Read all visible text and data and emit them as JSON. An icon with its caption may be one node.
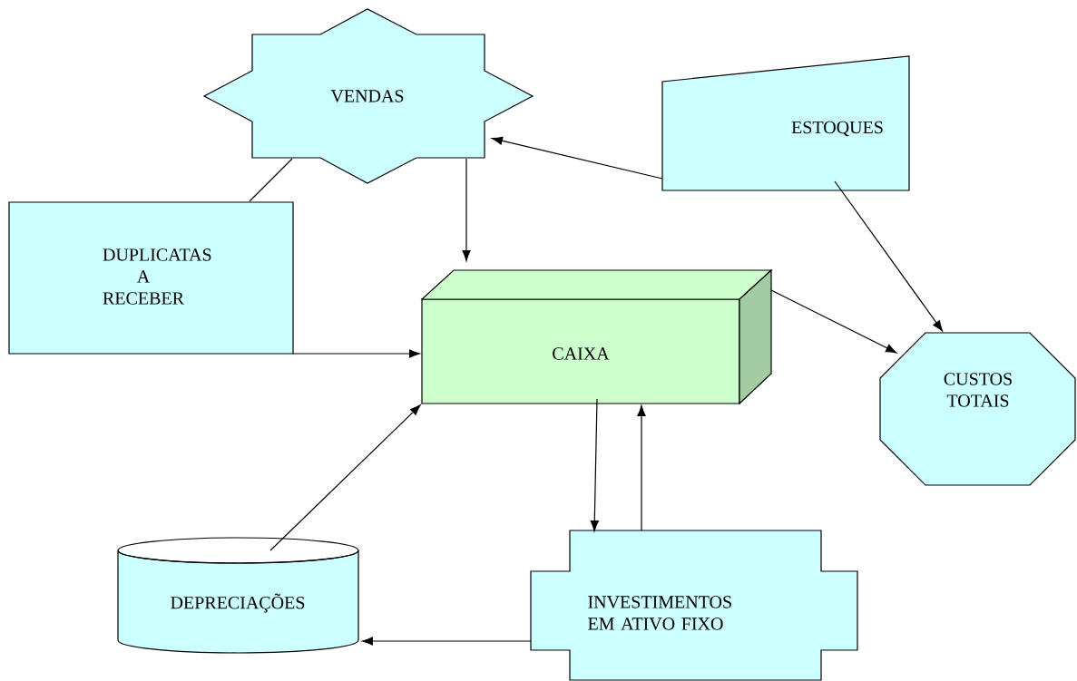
{
  "diagram": {
    "nodes": [
      {
        "text": [
          "VENDAS"
        ]
      },
      {
        "text": [
          "ESTOQUES"
        ]
      },
      {
        "text": [
          "DUPLICATAS A RECEBER"
        ]
      },
      {
        "text": [
          "CAIXA"
        ]
      },
      {
        "text": [
          "CUSTOS TOTAIS"
        ]
      },
      {
        "text": [
          "DEPRECIAÇÕES"
        ]
      },
      {
        "text": [
          "INVESTIMENTOS EM ATIVO FIXO"
        ]
      }
    ],
    "edges": [
      {
        "from": 0,
        "to": 3,
        "arrow": "to"
      },
      {
        "from": 1,
        "to": 0,
        "arrow": "to"
      },
      {
        "from": 2,
        "to": 0,
        "arrow": "none"
      },
      {
        "from": 2,
        "to": 3,
        "arrow": "to"
      },
      {
        "from": 3,
        "to": 4,
        "arrow": "to"
      },
      {
        "from": 1,
        "to": 4,
        "arrow": "to"
      },
      {
        "from": 3,
        "to": 6,
        "arrow": "to"
      },
      {
        "from": 6,
        "to": 3,
        "arrow": "to"
      },
      {
        "from": 5,
        "to": 3,
        "arrow": "to"
      },
      {
        "from": 6,
        "to": 5,
        "arrow": "to"
      }
    ]
  }
}
